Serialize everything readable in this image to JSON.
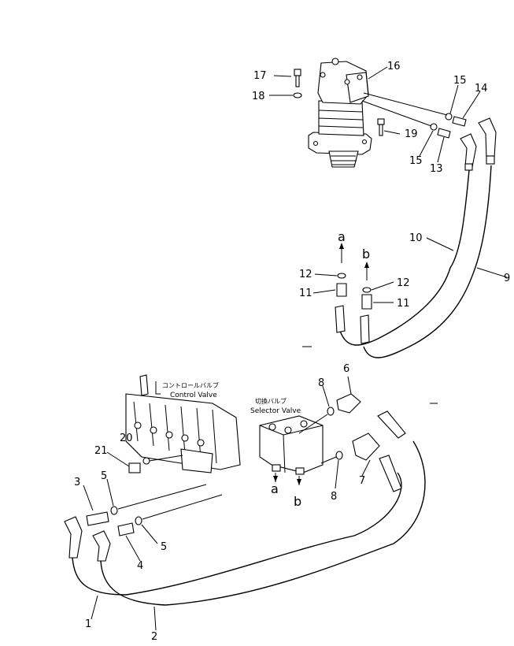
{
  "callouts": {
    "n1": "1",
    "n2": "2",
    "n3": "3",
    "n4": "4",
    "n5a": "5",
    "n5b": "5",
    "n6": "6",
    "n7": "7",
    "n8a": "8",
    "n8b": "8",
    "n9": "9",
    "n10": "10",
    "n11a": "11",
    "n11b": "11",
    "n12a": "12",
    "n12b": "12",
    "n13": "13",
    "n14": "14",
    "n15a": "15",
    "n15b": "15",
    "n16": "16",
    "n17": "17",
    "n18": "18",
    "n19": "19",
    "n20": "20",
    "n21": "21"
  },
  "labels": {
    "control_valve_jp": "コントロールバルブ",
    "control_valve": "Control Valve",
    "selector_valve_jp": "切換バルブ",
    "selector_valve": "Selector Valve"
  },
  "ports": {
    "a_top": "a",
    "b_top": "b",
    "a_bottom": "a",
    "b_bottom": "b"
  }
}
